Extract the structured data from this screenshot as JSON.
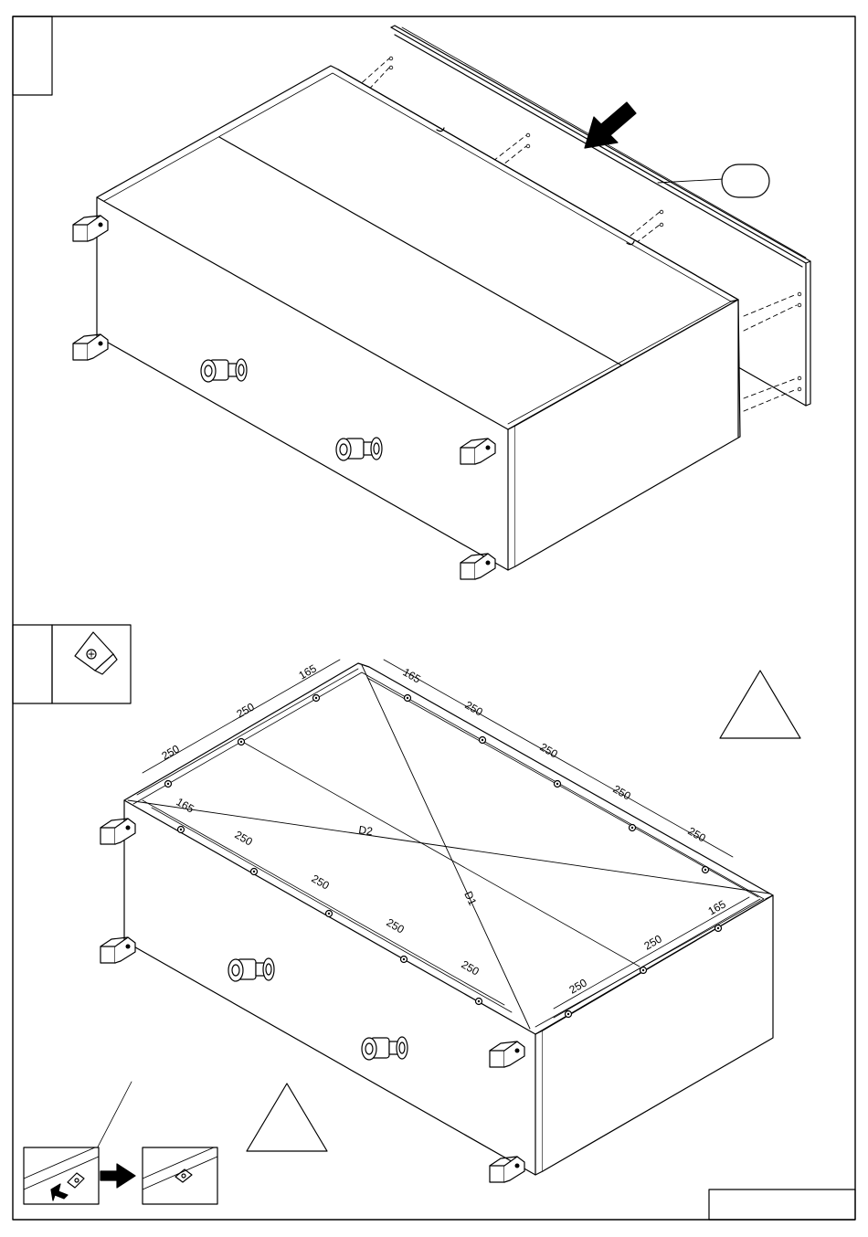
{
  "colors": {
    "line": "#000000",
    "paper": "#ffffff"
  },
  "icons": [
    "arrow-icon",
    "dowel-icon",
    "corner-bracket-icon",
    "screw-icon",
    "warning-triangle-icon",
    "leg-icon"
  ],
  "top_step": {
    "step_number": "",
    "part_callout": ""
  },
  "bottom_step": {
    "step_number": "",
    "warning_right": "",
    "warning_left": "",
    "footer_code": "",
    "dims_top_rear": [
      "165",
      "250",
      "250"
    ],
    "dims_top_right": [
      "165",
      "250",
      "250",
      "250",
      "250"
    ],
    "dims_front": [
      "165",
      "250",
      "250",
      "250",
      "250"
    ],
    "dims_right_side": [
      "165",
      "250",
      "250"
    ],
    "diagonal_1": "D1",
    "diagonal_2": "D2"
  }
}
